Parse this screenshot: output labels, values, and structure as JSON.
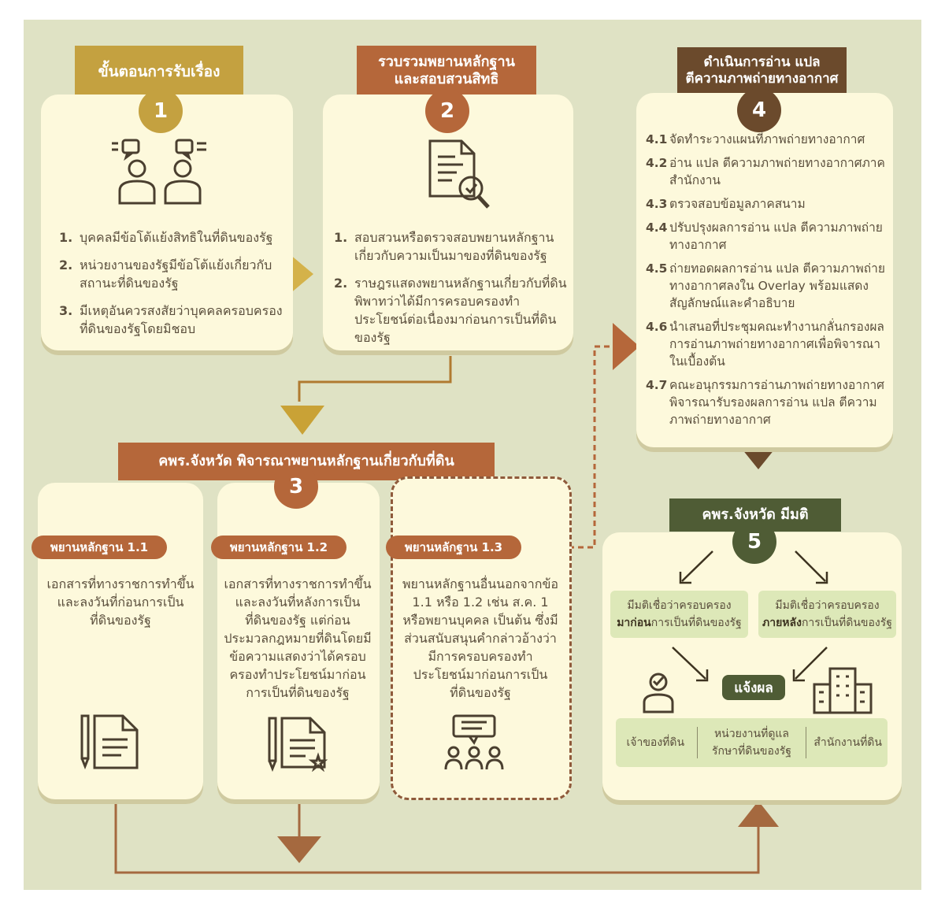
{
  "step1": {
    "title": "ขั้นตอนการรับเรื่อง",
    "number": "1",
    "items": [
      {
        "n": "1.",
        "text": "บุคคลมีข้อโต้แย้งสิทธิในที่ดินของรัฐ"
      },
      {
        "n": "2.",
        "text": "หน่วยงานของรัฐมีข้อโต้แย้งเกี่ยวกับสถานะที่ดินของรัฐ"
      },
      {
        "n": "3.",
        "text": "มีเหตุอันควรสงสัยว่าบุคคลครอบครองที่ดินของรัฐโดยมิชอบ"
      }
    ]
  },
  "step2": {
    "title_line1": "รวบรวมพยานหลักฐาน",
    "title_line2": "และสอบสวนสิทธิ",
    "number": "2",
    "items": [
      {
        "n": "1.",
        "text": "สอบสวนหรือตรวจสอบพยานหลักฐานเกี่ยวกับความเป็นมาของที่ดินของรัฐ"
      },
      {
        "n": "2.",
        "text": "ราษฎรแสดงพยานหลักฐานเกี่ยวกับที่ดินพิพาทว่าได้มีการครอบครองทำประโยชน์ต่อเนื่องมาก่อนการเป็นที่ดินของรัฐ"
      }
    ]
  },
  "step3": {
    "title": "คพร.จังหวัด พิจารณาพยานหลักฐานเกี่ยวกับที่ดิน",
    "number": "3",
    "evidence": [
      {
        "label": "พยานหลักฐาน 1.1",
        "text": "เอกสารที่ทางราชการทำขึ้นและลงวันที่ก่อนการเป็นที่ดินของรัฐ"
      },
      {
        "label": "พยานหลักฐาน 1.2",
        "text": "เอกสารที่ทางราชการทำขึ้นและลงวันที่หลังการเป็นที่ดินของรัฐ แต่ก่อนประมวลกฎหมายที่ดินโดยมีข้อความแสดงว่าได้ครอบครองทำประโยชน์มาก่อนการเป็นที่ดินของรัฐ"
      },
      {
        "label": "พยานหลักฐาน 1.3",
        "text": "พยานหลักฐานอื่นนอกจากข้อ 1.1 หรือ 1.2 เช่น ส.ค. 1 หรือพยานบุคคล เป็นต้น ซึ่งมีส่วนสนับสนุนคำกล่าวอ้างว่ามีการครอบครองทำประโยชน์มาก่อนการเป็นที่ดินของรัฐ"
      }
    ]
  },
  "step4": {
    "title_line1": "ดำเนินการอ่าน แปล",
    "title_line2": "ตีความภาพถ่ายทางอากาศ",
    "number": "4",
    "items": [
      {
        "n": "4.1",
        "text": "จัดทำระวางแผนที่ภาพถ่ายทางอากาศ"
      },
      {
        "n": "4.2",
        "text": "อ่าน แปล ตีความภาพถ่ายทางอากาศภาคสำนักงาน"
      },
      {
        "n": "4.3",
        "text": "ตรวจสอบข้อมูลภาคสนาม"
      },
      {
        "n": "4.4",
        "text": "ปรับปรุงผลการอ่าน แปล ตีความภาพถ่ายทางอากาศ"
      },
      {
        "n": "4.5",
        "text": "ถ่ายทอดผลการอ่าน แปล ตีความภาพถ่ายทางอากาศลงใน Overlay พร้อมแสดงสัญลักษณ์และคำอธิบาย"
      },
      {
        "n": "4.6",
        "text": "นำเสนอที่ประชุมคณะทำงานกลั่นกรองผลการอ่านภาพถ่ายทางอากาศเพื่อพิจารณาในเบื้องต้น"
      },
      {
        "n": "4.7",
        "text": "คณะอนุกรรมการอ่านภาพถ่ายทางอากาศพิจารณารับรองผลการอ่าน แปล ตีความภาพถ่ายทางอากาศ"
      }
    ]
  },
  "step5": {
    "title": "คพร.จังหวัด มีมติ",
    "number": "5",
    "resolution_before": {
      "line1": "มีมติเชื่อว่าครอบครอง",
      "bold": "มาก่อน",
      "rest": "การเป็นที่ดินของรัฐ"
    },
    "resolution_after": {
      "line1": "มีมติเชื่อว่าครอบครอง",
      "bold": "ภายหลัง",
      "rest": "การเป็นที่ดินของรัฐ"
    },
    "notify": "แจ้งผล",
    "recipients": [
      "เจ้าของที่ดิน",
      "หน่วยงานที่ดูแลรักษาที่ดินของรัฐ",
      "สำนักงานที่ดิน"
    ]
  },
  "colors": {
    "gold": "#c4a140",
    "brown": "#b5673a",
    "dark_brown": "#6b4a2c",
    "olive": "#4f5c35",
    "line": "#a5693f"
  }
}
